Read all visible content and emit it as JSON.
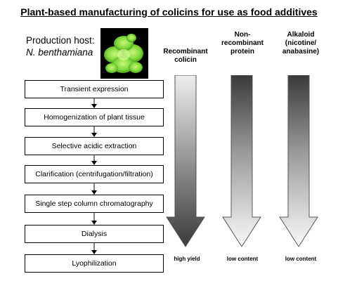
{
  "title": "Plant-based manufacturing of colicins for use as food additives",
  "host": {
    "label": "Production host:",
    "species": "N. benthamiana",
    "image_icon": "plant-photo-icon"
  },
  "process_steps": [
    "Transient expression",
    "Homogenization of plant tissue",
    "Selective acidic extraction",
    "Clarification (centrifugation/filtration)",
    "Single step column chromatography",
    "Dialysis",
    "Lyophilization"
  ],
  "columns": [
    {
      "lines": [
        "Recombinant",
        "colicin"
      ],
      "footer": "high yield",
      "trend": "increasing"
    },
    {
      "lines": [
        "Non-",
        "recombinant",
        "protein"
      ],
      "footer": "low content",
      "trend": "decreasing"
    },
    {
      "lines": [
        "Alkaloid",
        "(nicotine/",
        "anabasine)"
      ],
      "footer": "low content",
      "trend": "decreasing"
    }
  ],
  "colors": {
    "dark": "#3a3a3a",
    "light": "#fafafa",
    "plant_green": "#7fd93a",
    "background": "#ffffff"
  }
}
